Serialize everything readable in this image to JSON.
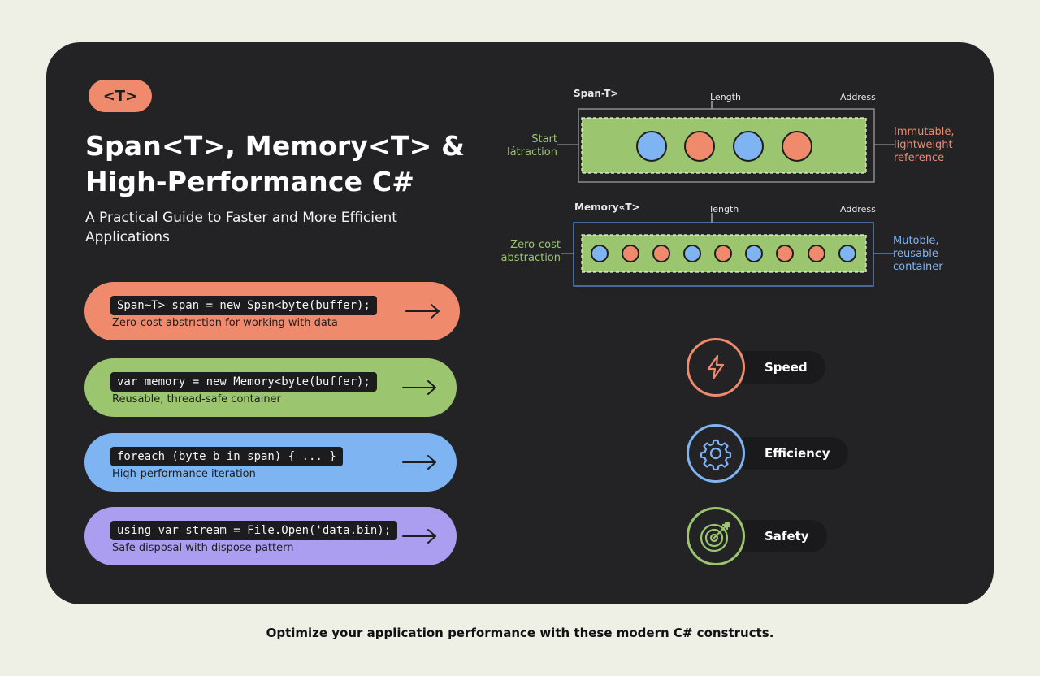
{
  "badge": "<T>",
  "title": "Span<T>, Memory<T> & High-Performance C#",
  "subtitle": "A Practical Guide to Faster and More Efficient Applications",
  "cards": [
    {
      "code": "Span~T> span = new Span<byte(buffer);",
      "desc": "Zero-cost abstrıction for working with data",
      "color": "#f08a6d"
    },
    {
      "code": "var memory = new Memory<byte(buffer);",
      "desc": "Reusable, thread-safe container",
      "color": "#9bc56f"
    },
    {
      "code": "foreach (byte b in span) { ... }",
      "desc": "High-performance iteration",
      "color": "#7eb4f2"
    },
    {
      "code": "using var stream = File.Open('data.bin);",
      "desc": "Safe disposal with dispose pattern",
      "color": "#ab9df0"
    }
  ],
  "span_diagram": {
    "title": "Span-T>",
    "length_label": "Length",
    "address_label": "Address",
    "left_label": "Start\nlátraction",
    "right_label": "Immutable,\nlightweight\nreference",
    "elements": [
      "blue",
      "orange",
      "blue",
      "orange"
    ]
  },
  "memory_diagram": {
    "title": "Memory«T>",
    "length_label": "Iength",
    "address_label": "Address",
    "left_label": "Zero-cost\nabstraction",
    "right_label": "Mutoble,\nreusable\ncontainer",
    "elements": [
      "blue",
      "orange",
      "orange",
      "blue",
      "orange",
      "blue",
      "orange",
      "orange",
      "blue"
    ]
  },
  "features": [
    {
      "label": "Speed",
      "icon": "lightning-icon",
      "color": "#f08a6d"
    },
    {
      "label": "Efficiency",
      "icon": "gear-icon",
      "color": "#7eb4f2"
    },
    {
      "label": "Safety",
      "icon": "target-icon",
      "color": "#9bc56f"
    }
  ],
  "footer": "Optimize your application performance with these modern C# constructs.",
  "colors": {
    "blue": "#7eb4f2",
    "orange": "#f08a6d",
    "green": "#9bc56f",
    "card": "#232326",
    "page": "#eef0e6"
  }
}
